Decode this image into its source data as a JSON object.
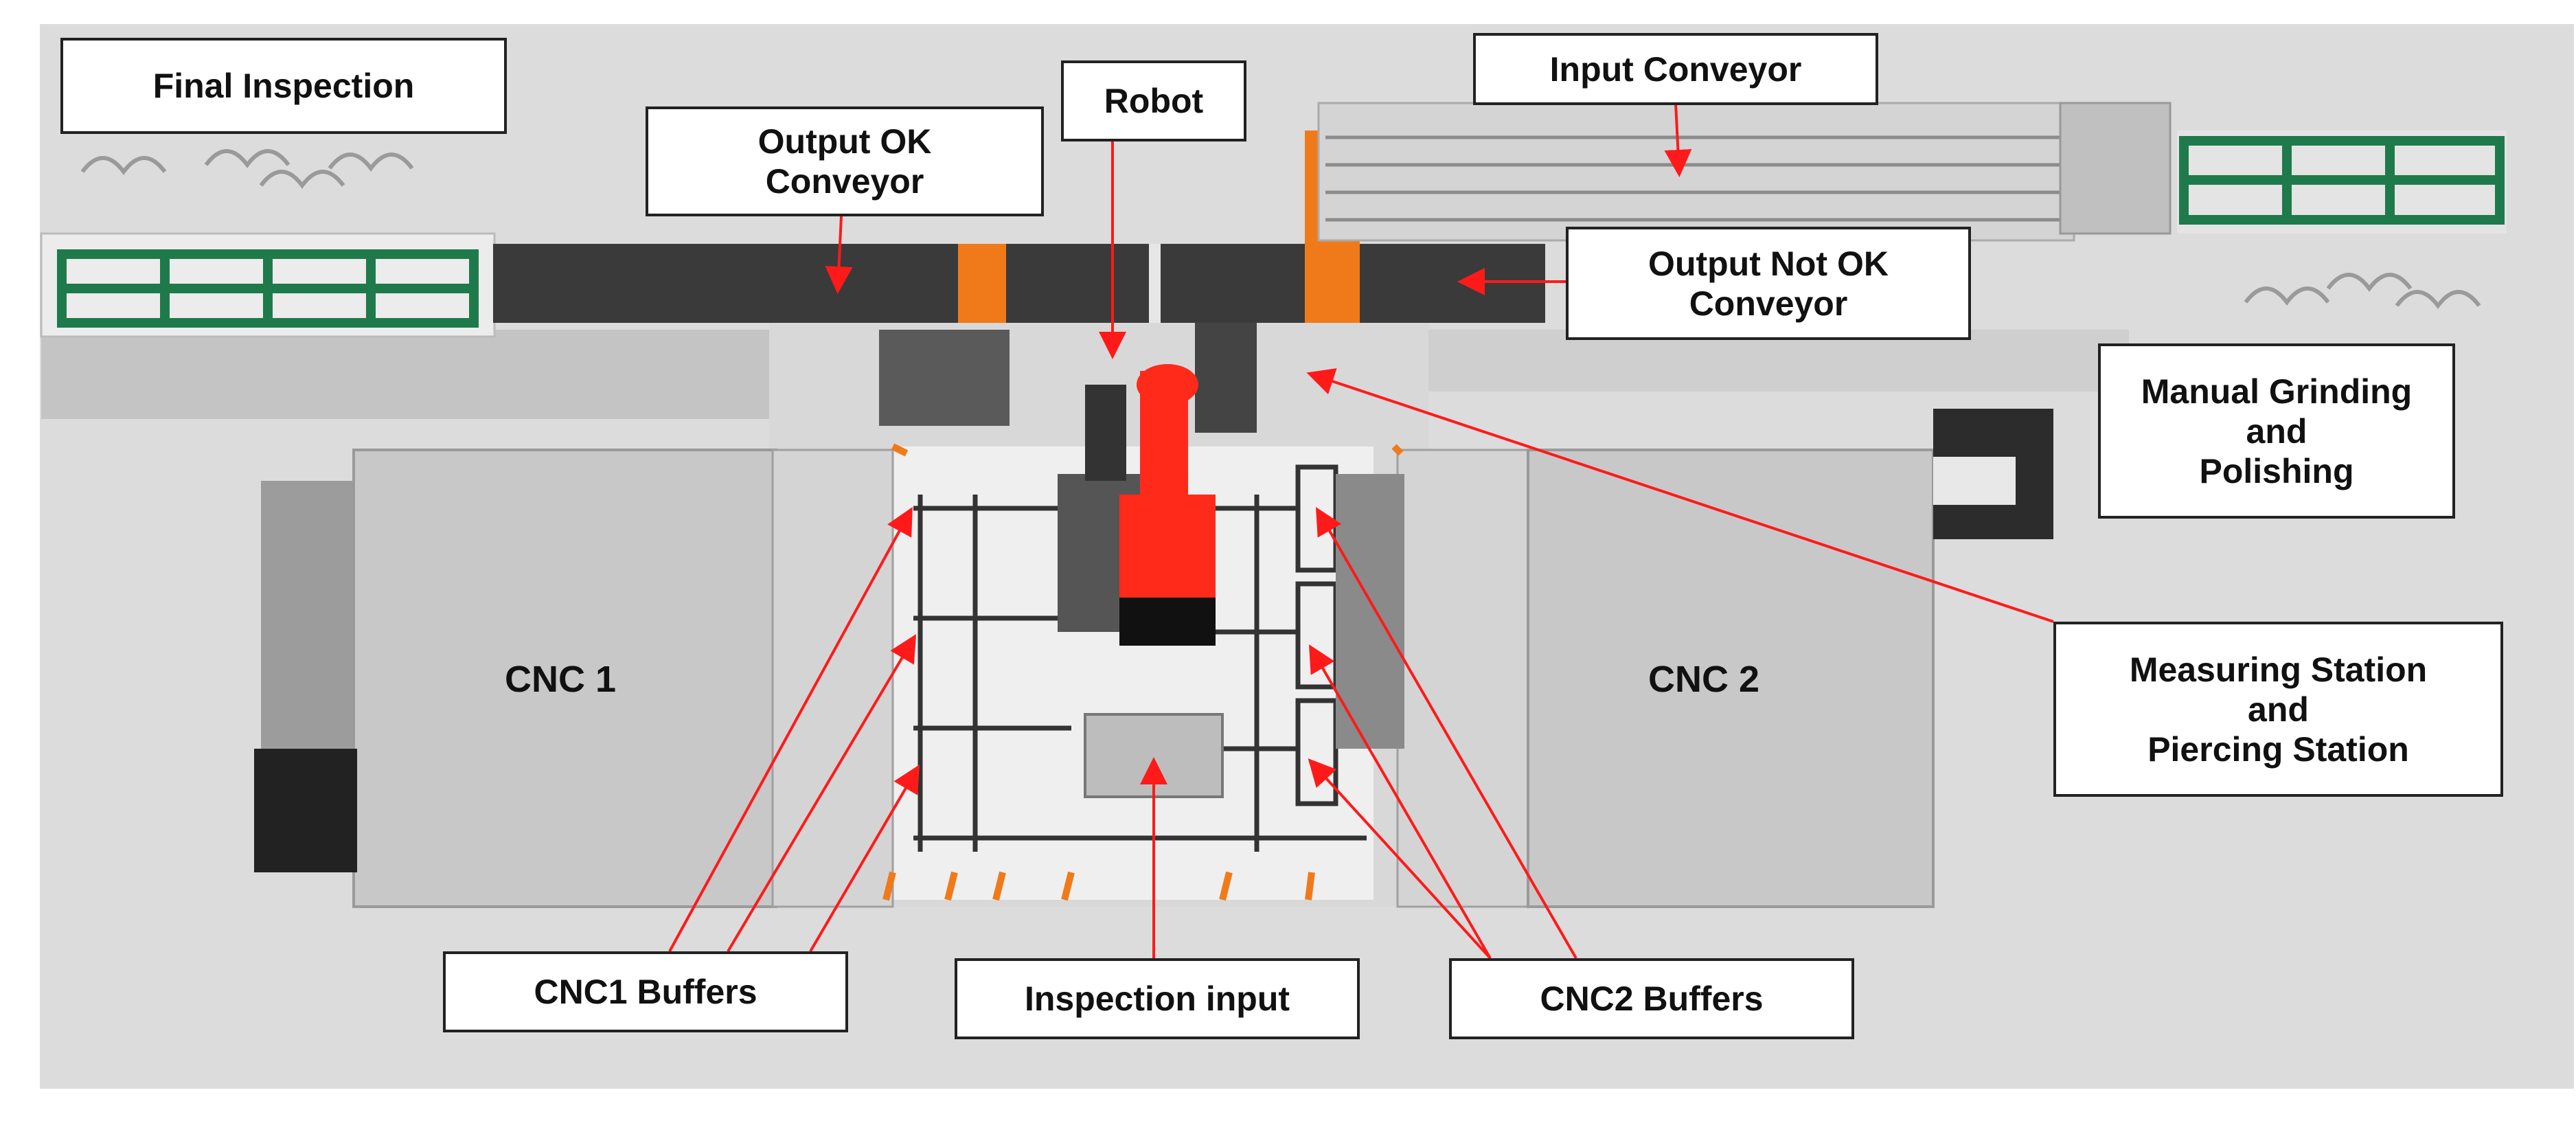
{
  "colors": {
    "background": "#dcdcdc",
    "arrow": "#ff1a1a",
    "robot": "#ff2a1a",
    "orange_accent": "#f07a1a",
    "green_rail": "#1e7a4a",
    "conveyor_dark": "#3a3a3a",
    "cabinet": "#c8c8c8",
    "label_border": "#222222"
  },
  "labels": {
    "final_inspection": "Final Inspection",
    "output_ok_conveyor": "Output OK\nConveyor",
    "robot": "Robot",
    "input_conveyor": "Input Conveyor",
    "output_not_ok_conveyor": "Output Not OK\nConveyor",
    "manual_grinding": "Manual Grinding\nand\nPolishing",
    "measuring_station": "Measuring Station\nand\nPiercing Station",
    "cnc1_buffers": "CNC1 Buffers",
    "inspection_input": "Inspection input",
    "cnc2_buffers": "CNC2 Buffers"
  },
  "machines": {
    "cnc1": "CNC 1",
    "cnc2": "CNC 2"
  }
}
